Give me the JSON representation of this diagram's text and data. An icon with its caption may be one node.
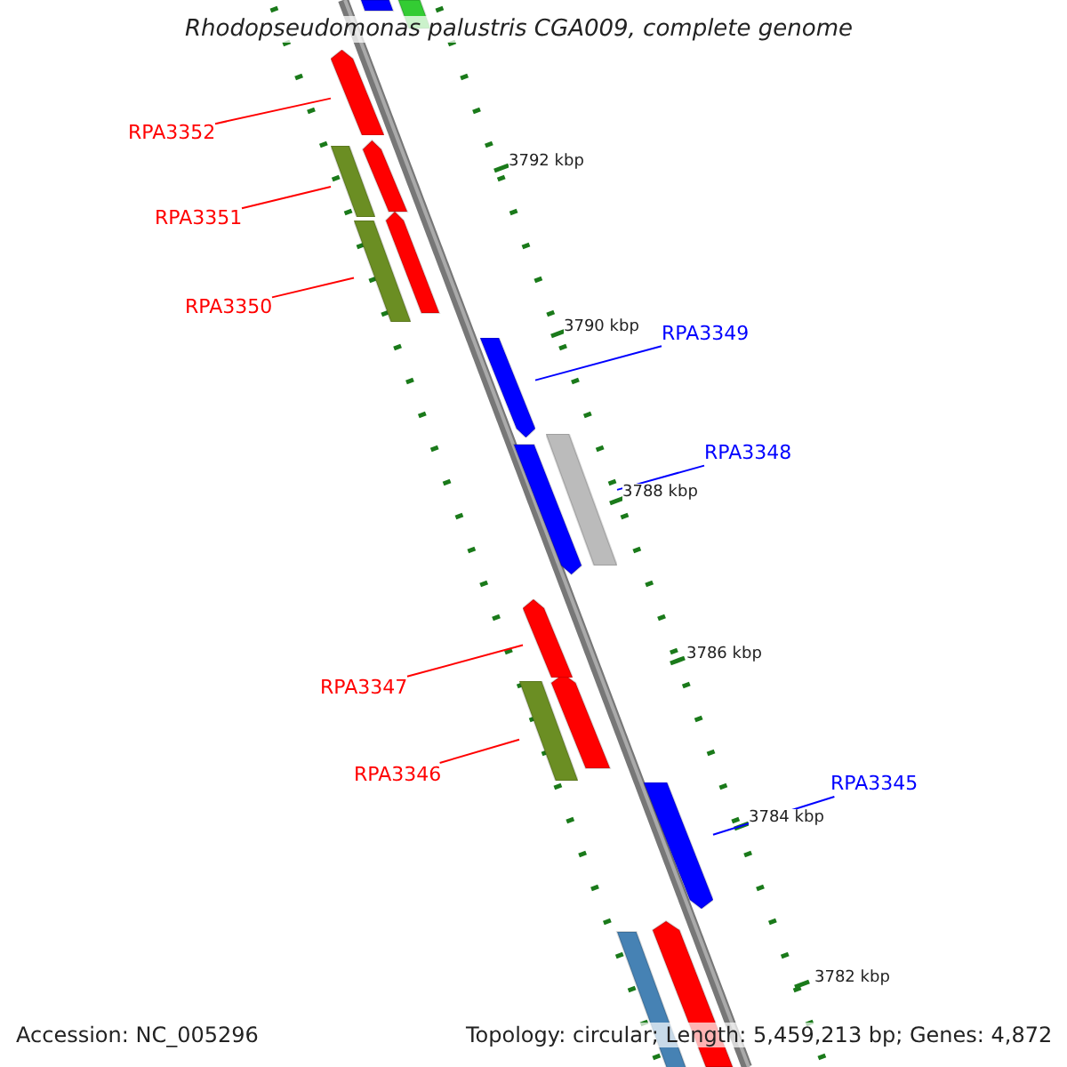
{
  "diagram": {
    "title": "Rhodopseudomonas palustris CGA009, complete genome",
    "nodes": [
      {
        "text": [
          "RPA3352"
        ]
      },
      {
        "text": [
          "RPA3351"
        ]
      },
      {
        "text": [
          "RPA3350"
        ]
      },
      {
        "text": [
          "RPA3349"
        ]
      },
      {
        "text": [
          "RPA3348"
        ]
      },
      {
        "text": [
          "RPA3347"
        ]
      },
      {
        "text": [
          "RPA3346"
        ]
      },
      {
        "text": [
          "RPA3345"
        ]
      },
      {
        "text": [],
        "shape": "bar"
      },
      {
        "text": [],
        "shape": "bar"
      },
      {
        "text": [],
        "shape": "bar"
      },
      {
        "text": [],
        "shape": "bar"
      },
      {
        "text": [],
        "shape": "bar"
      },
      {
        "text": [],
        "shape": "bar"
      },
      {
        "text": [],
        "shape": "bar"
      },
      {
        "text": [],
        "shape": "bar"
      }
    ],
    "edges": [
      {
        "from": 0,
        "to": 8,
        "arrow": "none"
      },
      {
        "from": 1,
        "to": 9,
        "arrow": "none"
      },
      {
        "from": 2,
        "to": 10,
        "arrow": "none"
      },
      {
        "from": 3,
        "to": 11,
        "arrow": "none",
        "color": "#0000ff"
      },
      {
        "from": 4,
        "to": 12,
        "arrow": "none",
        "color": "#0000ff"
      },
      {
        "from": 5,
        "to": 13,
        "arrow": "none"
      },
      {
        "from": 6,
        "to": 14,
        "arrow": "none"
      },
      {
        "from": 7,
        "to": 15,
        "arrow": "none",
        "color": "#0000ff"
      }
    ],
    "labels": [
      "3792 kbp",
      "3790 kbp",
      "3788 kbp",
      "3786 kbp",
      "3784 kbp",
      "3782 kbp",
      "Accession: NC_005296",
      "Topology: circular; Length: 5,459,213 bp; Genes: 4,872"
    ]
  }
}
